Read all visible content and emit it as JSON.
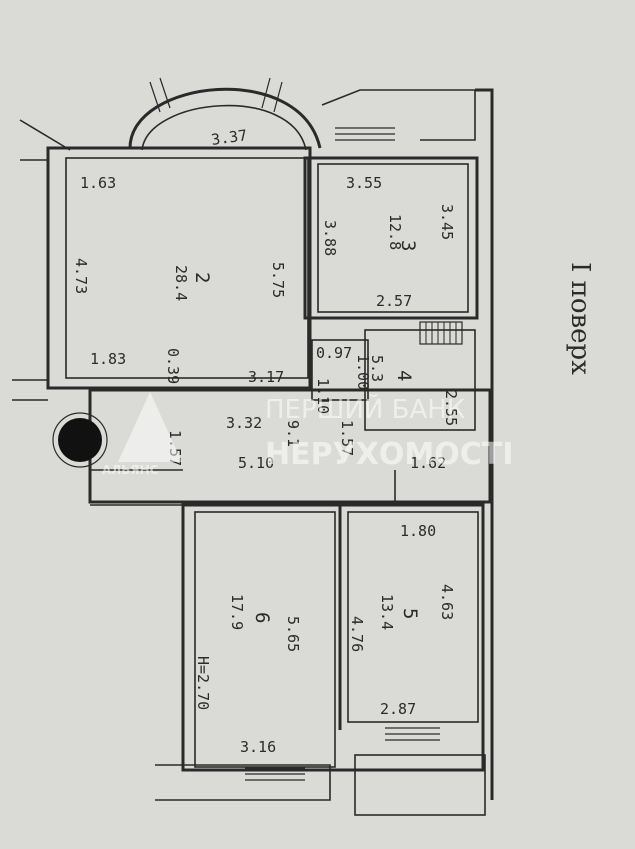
{
  "floor_label": "I поверх",
  "watermark": {
    "line1": "ПЕРШИЙ БАНК",
    "line2": "НЕРУХОМОСТІ",
    "logo": "АЛЬЯНС"
  },
  "dimensions": {
    "d1": "3.37",
    "d2": "1.63",
    "d3": "28.4",
    "d4": "2",
    "d5": "5.75",
    "d6": "4.73",
    "d7": "1.83",
    "d8": "0.39",
    "d9": "3.17",
    "d10": "3.55",
    "d11": "3.88",
    "d12": "12.8",
    "d13": "3",
    "d14": "3.45",
    "d15": "2.57",
    "d16": "0.97",
    "d17": "5.3",
    "d18": "4",
    "d19": "1.00",
    "d20": "1.10",
    "d21": "2.55",
    "d22": "1.62",
    "d23": "3.32",
    "d24": "9.1",
    "d25": "1.57",
    "d26": "5.10",
    "d27": "1.57",
    "d28": "1.80",
    "d29": "5",
    "d30": "13.4",
    "d31": "4.76",
    "d32": "4.63",
    "d33": "6",
    "d34": "17.9",
    "d35": "5.65",
    "d36": "H=2.70",
    "d37": "2.87",
    "d38": "3.16"
  }
}
